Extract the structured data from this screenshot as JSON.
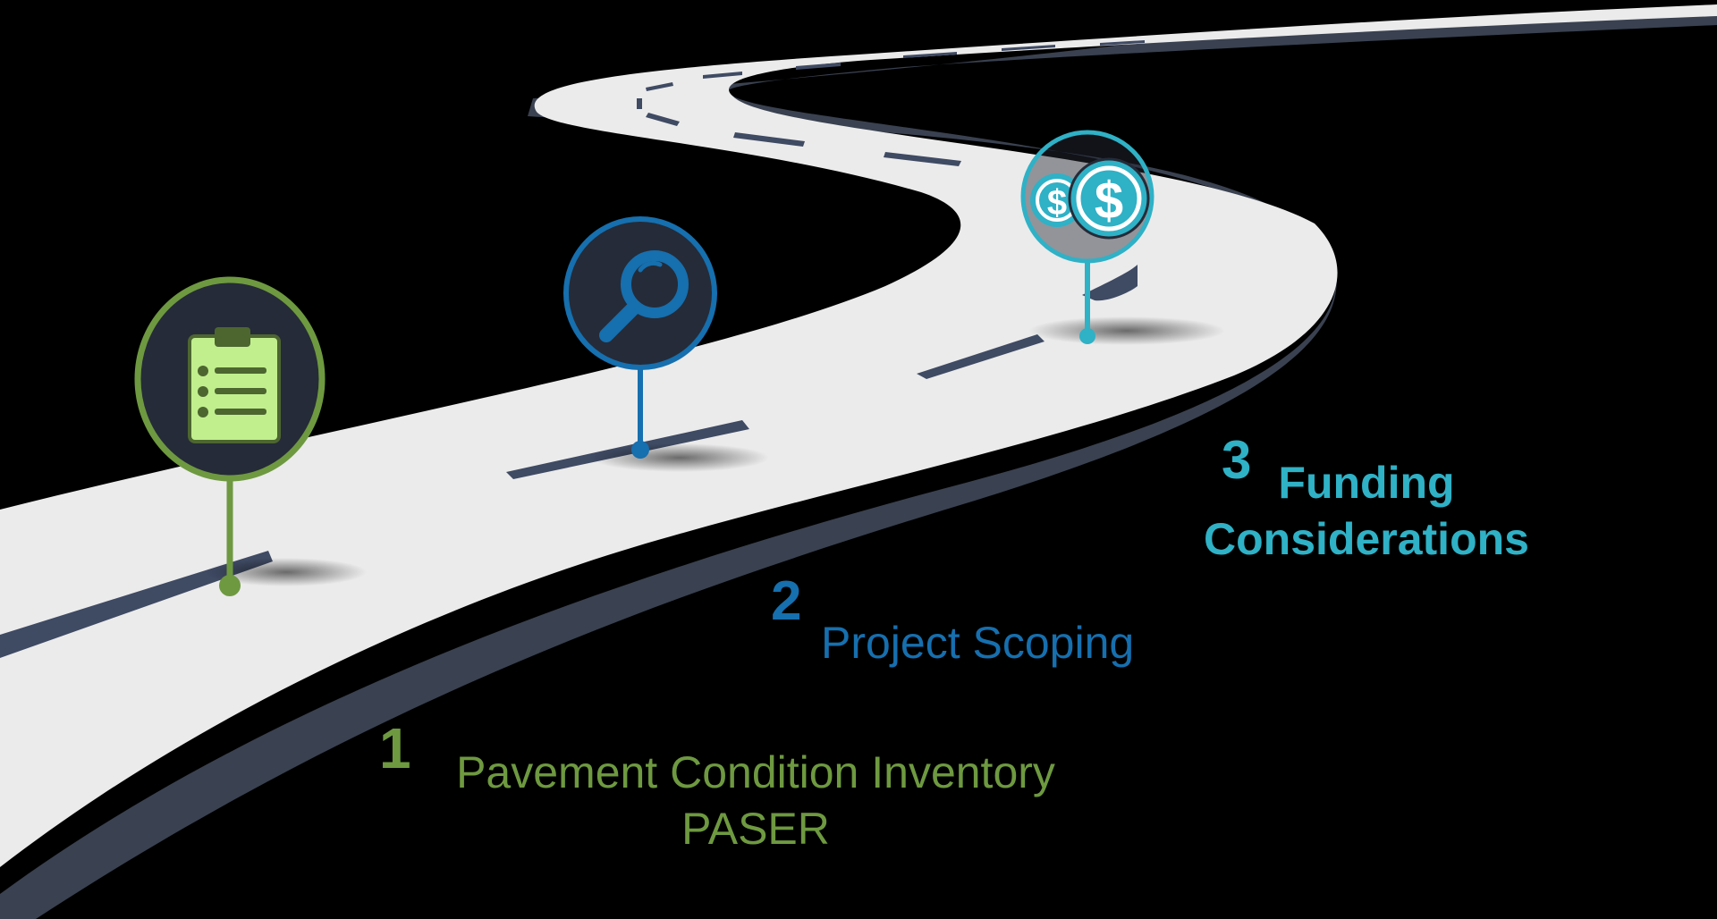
{
  "stages": [
    {
      "number": "1",
      "lines": [
        "Pavement Condition Inventory",
        "PASER"
      ],
      "icon": "clipboard-checklist-icon",
      "color": "#6e9940"
    },
    {
      "number": "2",
      "lines": [
        "Project Scoping"
      ],
      "icon": "magnifying-glass-icon",
      "color": "#166fae"
    },
    {
      "number": "3",
      "lines": [
        "Funding",
        "Considerations"
      ],
      "icon": "dollar-coins-icon",
      "color": "#2fb1c6"
    }
  ],
  "colors": {
    "background": "#000000",
    "road": "#ebebeb",
    "road_edge": "#3a4150",
    "lane_marking": "#3f4a63",
    "marker_fill": "#252b38"
  }
}
